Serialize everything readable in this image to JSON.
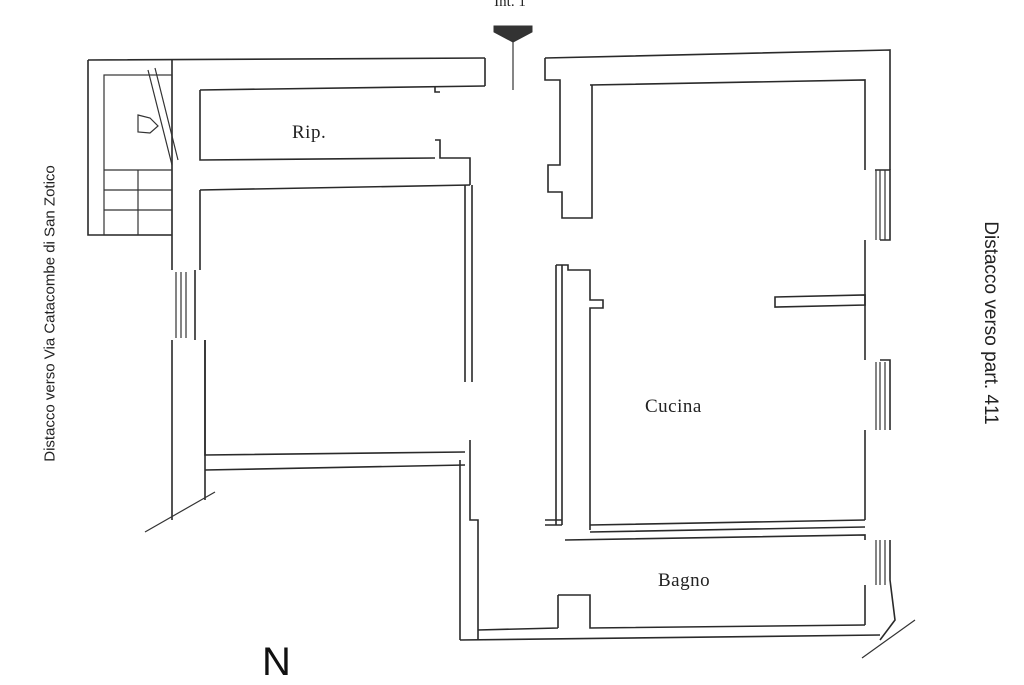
{
  "labels": {
    "entrance": "Int. 1",
    "left_side": "Distacco verso Via Catacombe di San Zotico",
    "right_side": "Distacco verso part. 411",
    "north": "N"
  },
  "rooms": {
    "ripostiglio": "Rip.",
    "cucina": "Cucina",
    "bagno": "Bagno"
  }
}
